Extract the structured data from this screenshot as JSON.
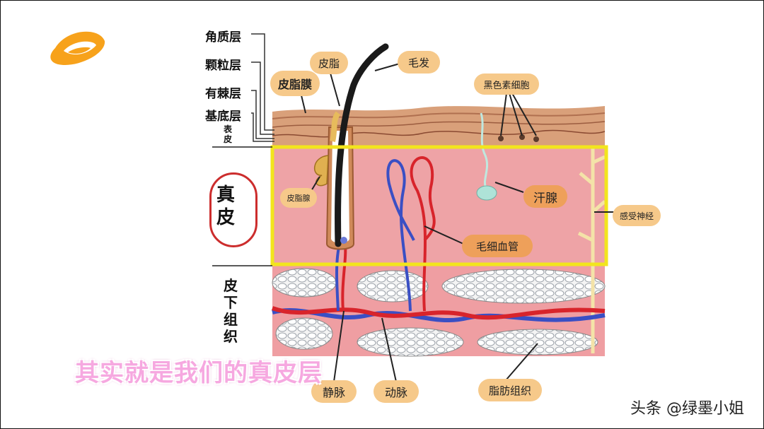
{
  "layers": {
    "stratum_corneum": "角质层",
    "stratum_granulosum": "颗粒层",
    "stratum_spinosum": "有棘层",
    "stratum_basale": "基底层",
    "epidermis": "表\n皮",
    "dermis": "真\n皮",
    "subcutis": "皮\n下\n组\n织"
  },
  "callouts": {
    "sebum": "皮脂",
    "sebum_film": "皮脂膜",
    "hair": "毛发",
    "melanocyte": "黑色素细胞",
    "sebaceous_gland": "皮脂腺",
    "sweat_gland": "汗腺",
    "sensory_nerve": "感受神经",
    "capillary": "毛细血管",
    "vein": "静脉",
    "artery": "动脉",
    "fat_tissue": "脂肪组织"
  },
  "subtitle": "其实就是我们的真皮层",
  "watermark": "头条 @绿墨小姐",
  "colors": {
    "highlight_box": "#f2e51d",
    "dermis": "#eea3a6",
    "epidermis": "#d89c74",
    "artery": "#d8242b",
    "vein": "#3a4fc4",
    "logo": "#f7a21b"
  }
}
